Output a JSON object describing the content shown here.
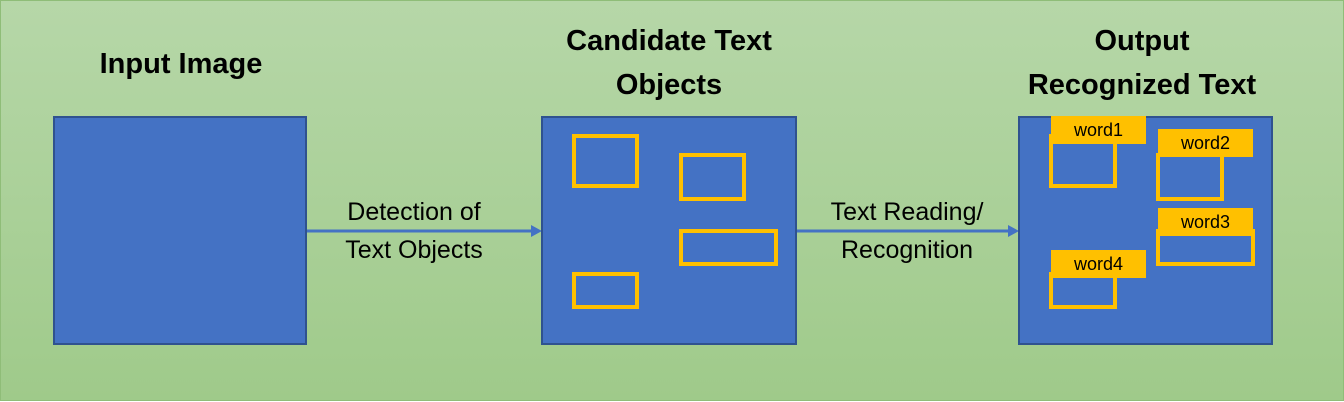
{
  "stages": [
    {
      "title_lines": [
        "Input Image"
      ]
    },
    {
      "title_lines": [
        "Candidate Text",
        "Objects"
      ]
    },
    {
      "title_lines": [
        "Output",
        "Recognized Text"
      ]
    }
  ],
  "arrows": [
    {
      "label_lines": [
        "Detection of",
        "Text Objects"
      ]
    },
    {
      "label_lines": [
        "Text Reading/",
        "Recognition"
      ]
    }
  ],
  "words": [
    "word1",
    "word2",
    "word3",
    "word4"
  ],
  "colors": {
    "panel": "#4472c4",
    "box": "#ffc000",
    "arrow": "#4472c4"
  }
}
